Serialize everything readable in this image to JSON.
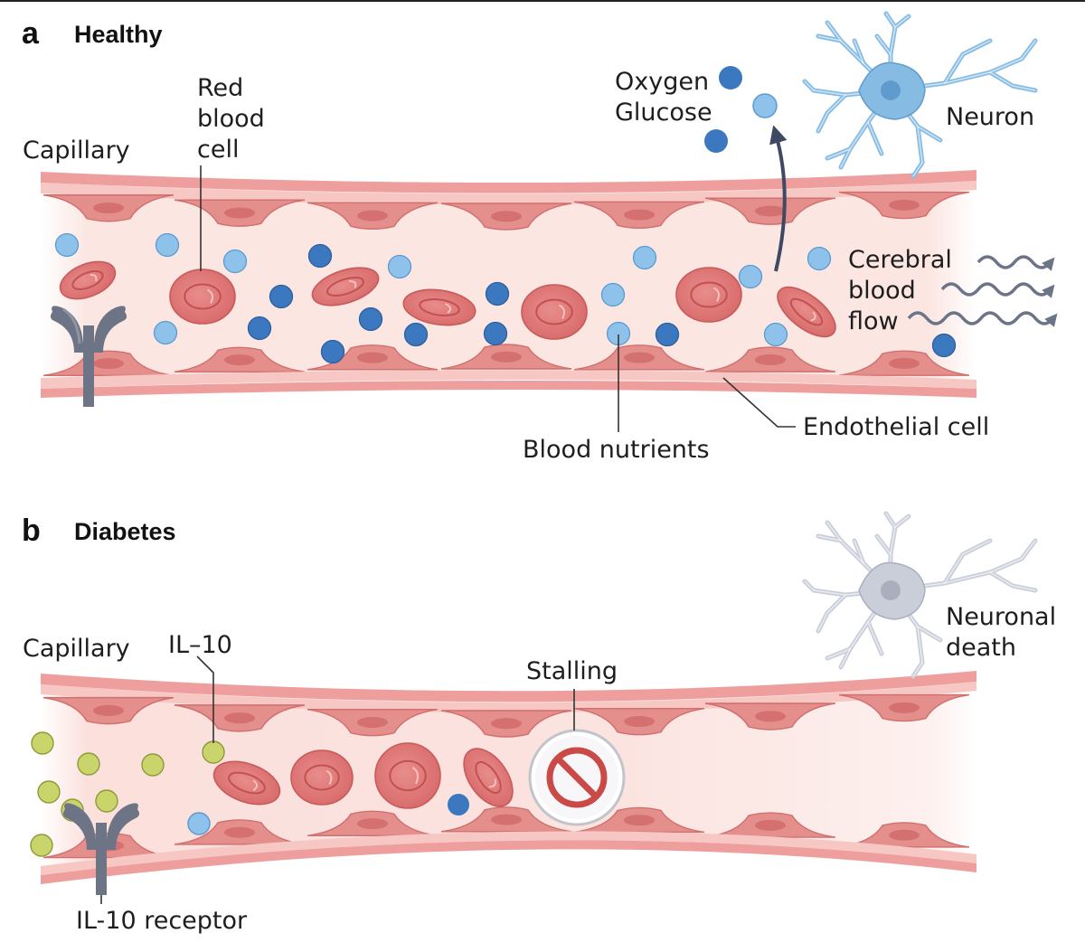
{
  "panel_a": {
    "letter": "a",
    "title": "Healthy",
    "labels": {
      "capillary": "Capillary",
      "red_blood_cell": [
        "Red",
        "blood",
        "cell"
      ],
      "oxygen": "Oxygen",
      "glucose": "Glucose",
      "neuron": "Neuron",
      "cerebral_blood_flow": [
        "Cerebral",
        "blood",
        "flow"
      ],
      "blood_nutrients": "Blood nutrients",
      "endothelial_cell": "Endothelial cell"
    }
  },
  "panel_b": {
    "letter": "b",
    "title": "Diabetes",
    "labels": {
      "capillary": "Capillary",
      "il10": "IL–10",
      "stalling": "Stalling",
      "neuronal_death": [
        "Neuronal",
        "death"
      ],
      "il10_receptor": "IL-10 receptor"
    }
  },
  "colors": {
    "vessel_wall": "#e9a3a1",
    "lumen": "#fbe5e1",
    "red_blood_cell": "#e78a89",
    "oxygen": "#3b78bf",
    "glucose": "#7fb9e6",
    "il10": "#c9d56a",
    "receptor": "#6d7485",
    "neuron_healthy": "#7fb6e0",
    "neuron_dying": "#c3c9d6",
    "stall_sign": "#c94a47"
  }
}
